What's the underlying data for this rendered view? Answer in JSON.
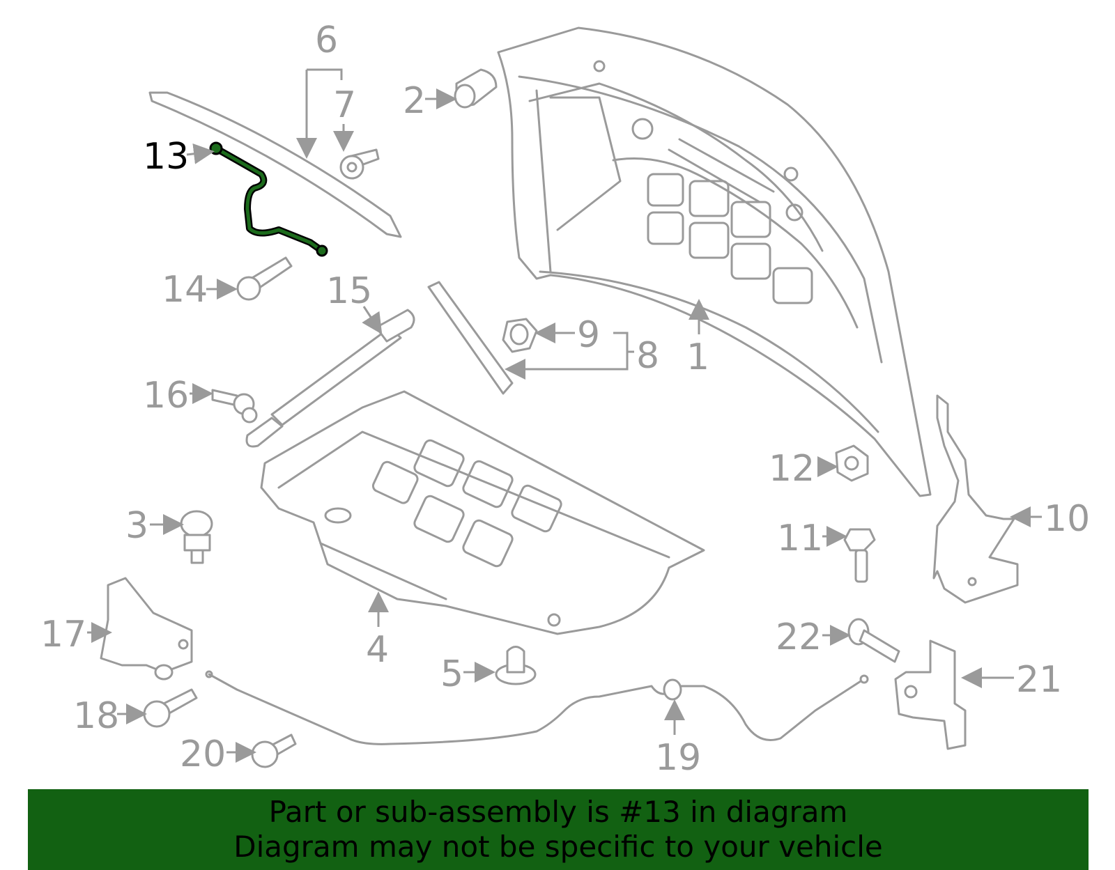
{
  "diagram": {
    "highlighted_part": "13",
    "callouts": [
      "1",
      "2",
      "3",
      "4",
      "5",
      "6",
      "7",
      "8",
      "9",
      "10",
      "11",
      "12",
      "13",
      "14",
      "15",
      "16",
      "17",
      "18",
      "19",
      "20",
      "21",
      "22"
    ]
  },
  "banner": {
    "line1": "Part or sub-assembly is #13 in diagram",
    "line2": "Diagram may not be specific to your vehicle"
  },
  "colors": {
    "part_stroke": "#9a9a9a",
    "highlight": "#1c6b1c",
    "banner_bg": "#126112",
    "banner_text": "#000000"
  }
}
